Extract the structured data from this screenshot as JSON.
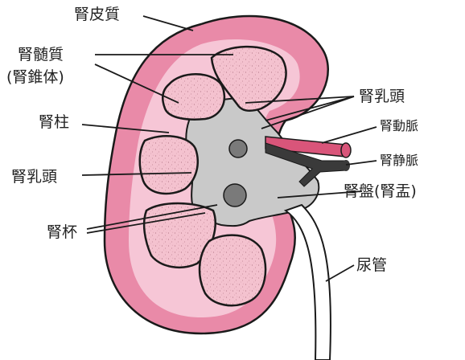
{
  "colors": {
    "cortex": "#e98aa8",
    "cortex_edge": "#1a1a1a",
    "medulla_band": "#f6c6d6",
    "pyramid": "#f4c2cf",
    "pelvis": "#c9c9c9",
    "artery": "#d9557a",
    "vein": "#3a3a3a",
    "line": "#1a1a1a"
  },
  "labels": {
    "cortex": "腎皮質",
    "medulla": "腎髄質",
    "pyramid": "(腎錐体)",
    "column": "腎柱",
    "papilla_left": "腎乳頭",
    "papilla_right": "腎乳頭",
    "calyx": "腎杯",
    "artery": "腎動脈",
    "vein": "腎静脈",
    "pelvis": "腎盤(腎盂)",
    "ureter": "尿管"
  }
}
